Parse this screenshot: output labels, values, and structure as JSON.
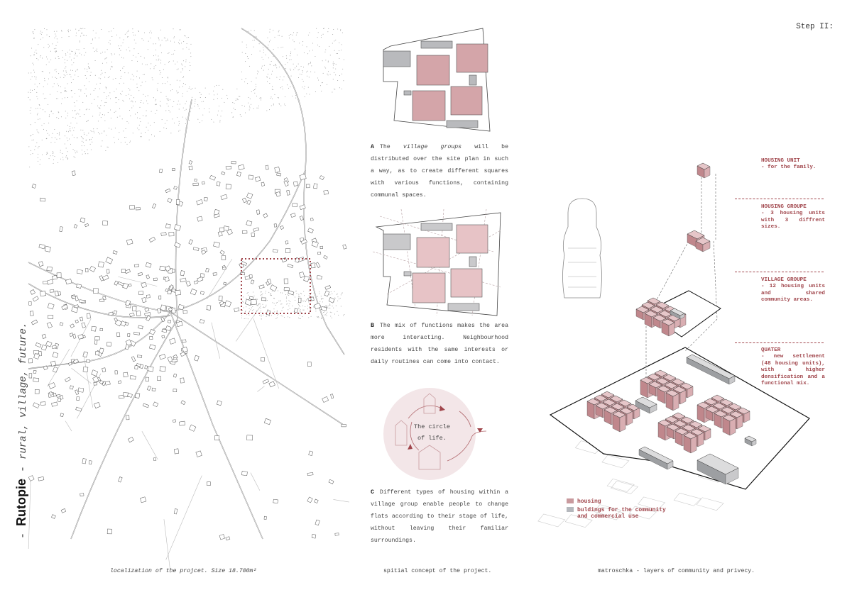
{
  "header": {
    "step": "Step II:"
  },
  "title": {
    "brand": "Rutopie",
    "dash_left": "-",
    "dash_mid": "-",
    "subtitle": "rural, village, future."
  },
  "concept": {
    "A": {
      "letter": "A",
      "pre": "The ",
      "em": "village groups",
      "post": " will be distributed over the site plan in such a way, as to create different squares with various functions, containing communal spaces."
    },
    "B": {
      "letter": "B",
      "text": "The mix of functions makes the area more interacting. Neighbourhood residents with the same interests or daily routines can come into contact."
    },
    "C": {
      "letter": "C",
      "text": "Different types of housing within a village group enable people to change flats according to their stage of life, without leaving their familiar surroundings."
    },
    "circle_label_1": "The circle",
    "circle_label_2": "of life."
  },
  "layers": [
    {
      "title": "HOUSING UNIT",
      "desc": "- for the family."
    },
    {
      "title": "HOUSING GROUPE",
      "desc": "- 3 housing units with 3 diffrent sizes."
    },
    {
      "title": "VILLAGE GROUPE",
      "desc": "- 12 housing units and shared community areas."
    },
    {
      "title": "QUATER",
      "desc": "- new settlement (48 housing units), with a higher densification and a functional mix."
    }
  ],
  "legend": [
    {
      "label": "housing",
      "color": "#c99a9e"
    },
    {
      "label": "buldings for the community and commercial use",
      "color": "#b5b8bd"
    }
  ],
  "captions": {
    "map": "localization of the projcet. Size 18.700m²",
    "concept": "spitial concept of the project.",
    "matroschka": "matroschka - layers of community and privecy."
  },
  "colors": {
    "accent": "#a0454b",
    "housing": "#d4a5a9",
    "community": "#b9babd"
  }
}
